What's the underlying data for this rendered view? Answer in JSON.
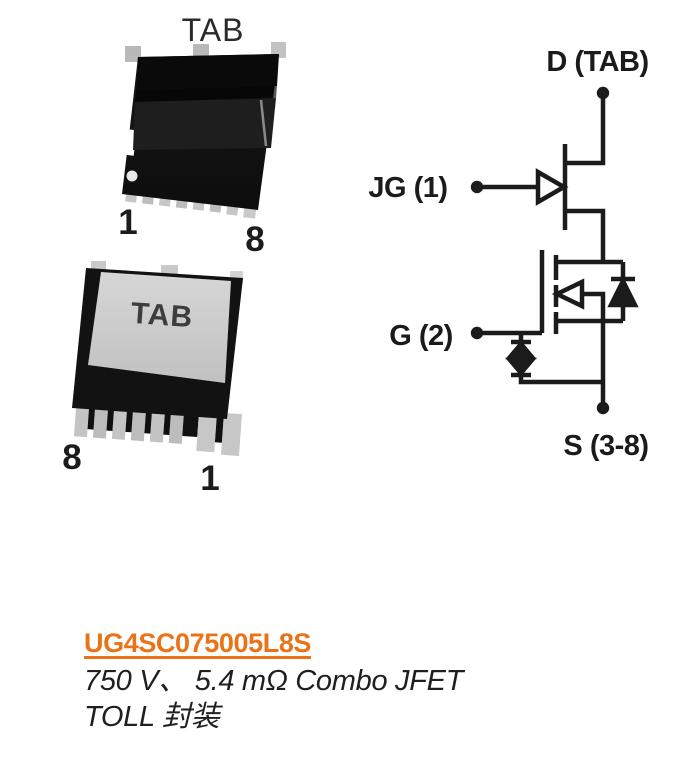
{
  "colors": {
    "accent_orange": "#EA7318",
    "schematic_line": "#1b1b1b",
    "package_body_black": "#131313",
    "thermal_pad_gray": "#cbcbcb"
  },
  "package_top_view": {
    "tab_label": "TAB",
    "pin_first_label": "1",
    "pin_last_label": "8"
  },
  "package_bottom_view": {
    "tab_label": "TAB",
    "pin_first_label": "8",
    "pin_last_label": "1"
  },
  "schematic": {
    "drain_label": "D (TAB)",
    "jfet_gate_label": "JG (1)",
    "gate_label": "G (2)",
    "source_label": "S (3-8)"
  },
  "product": {
    "part_number": "UG4SC075005L8S",
    "description_line1": "750 V、 5.4 mΩ Combo JFET",
    "description_line2": "TOLL 封装"
  }
}
